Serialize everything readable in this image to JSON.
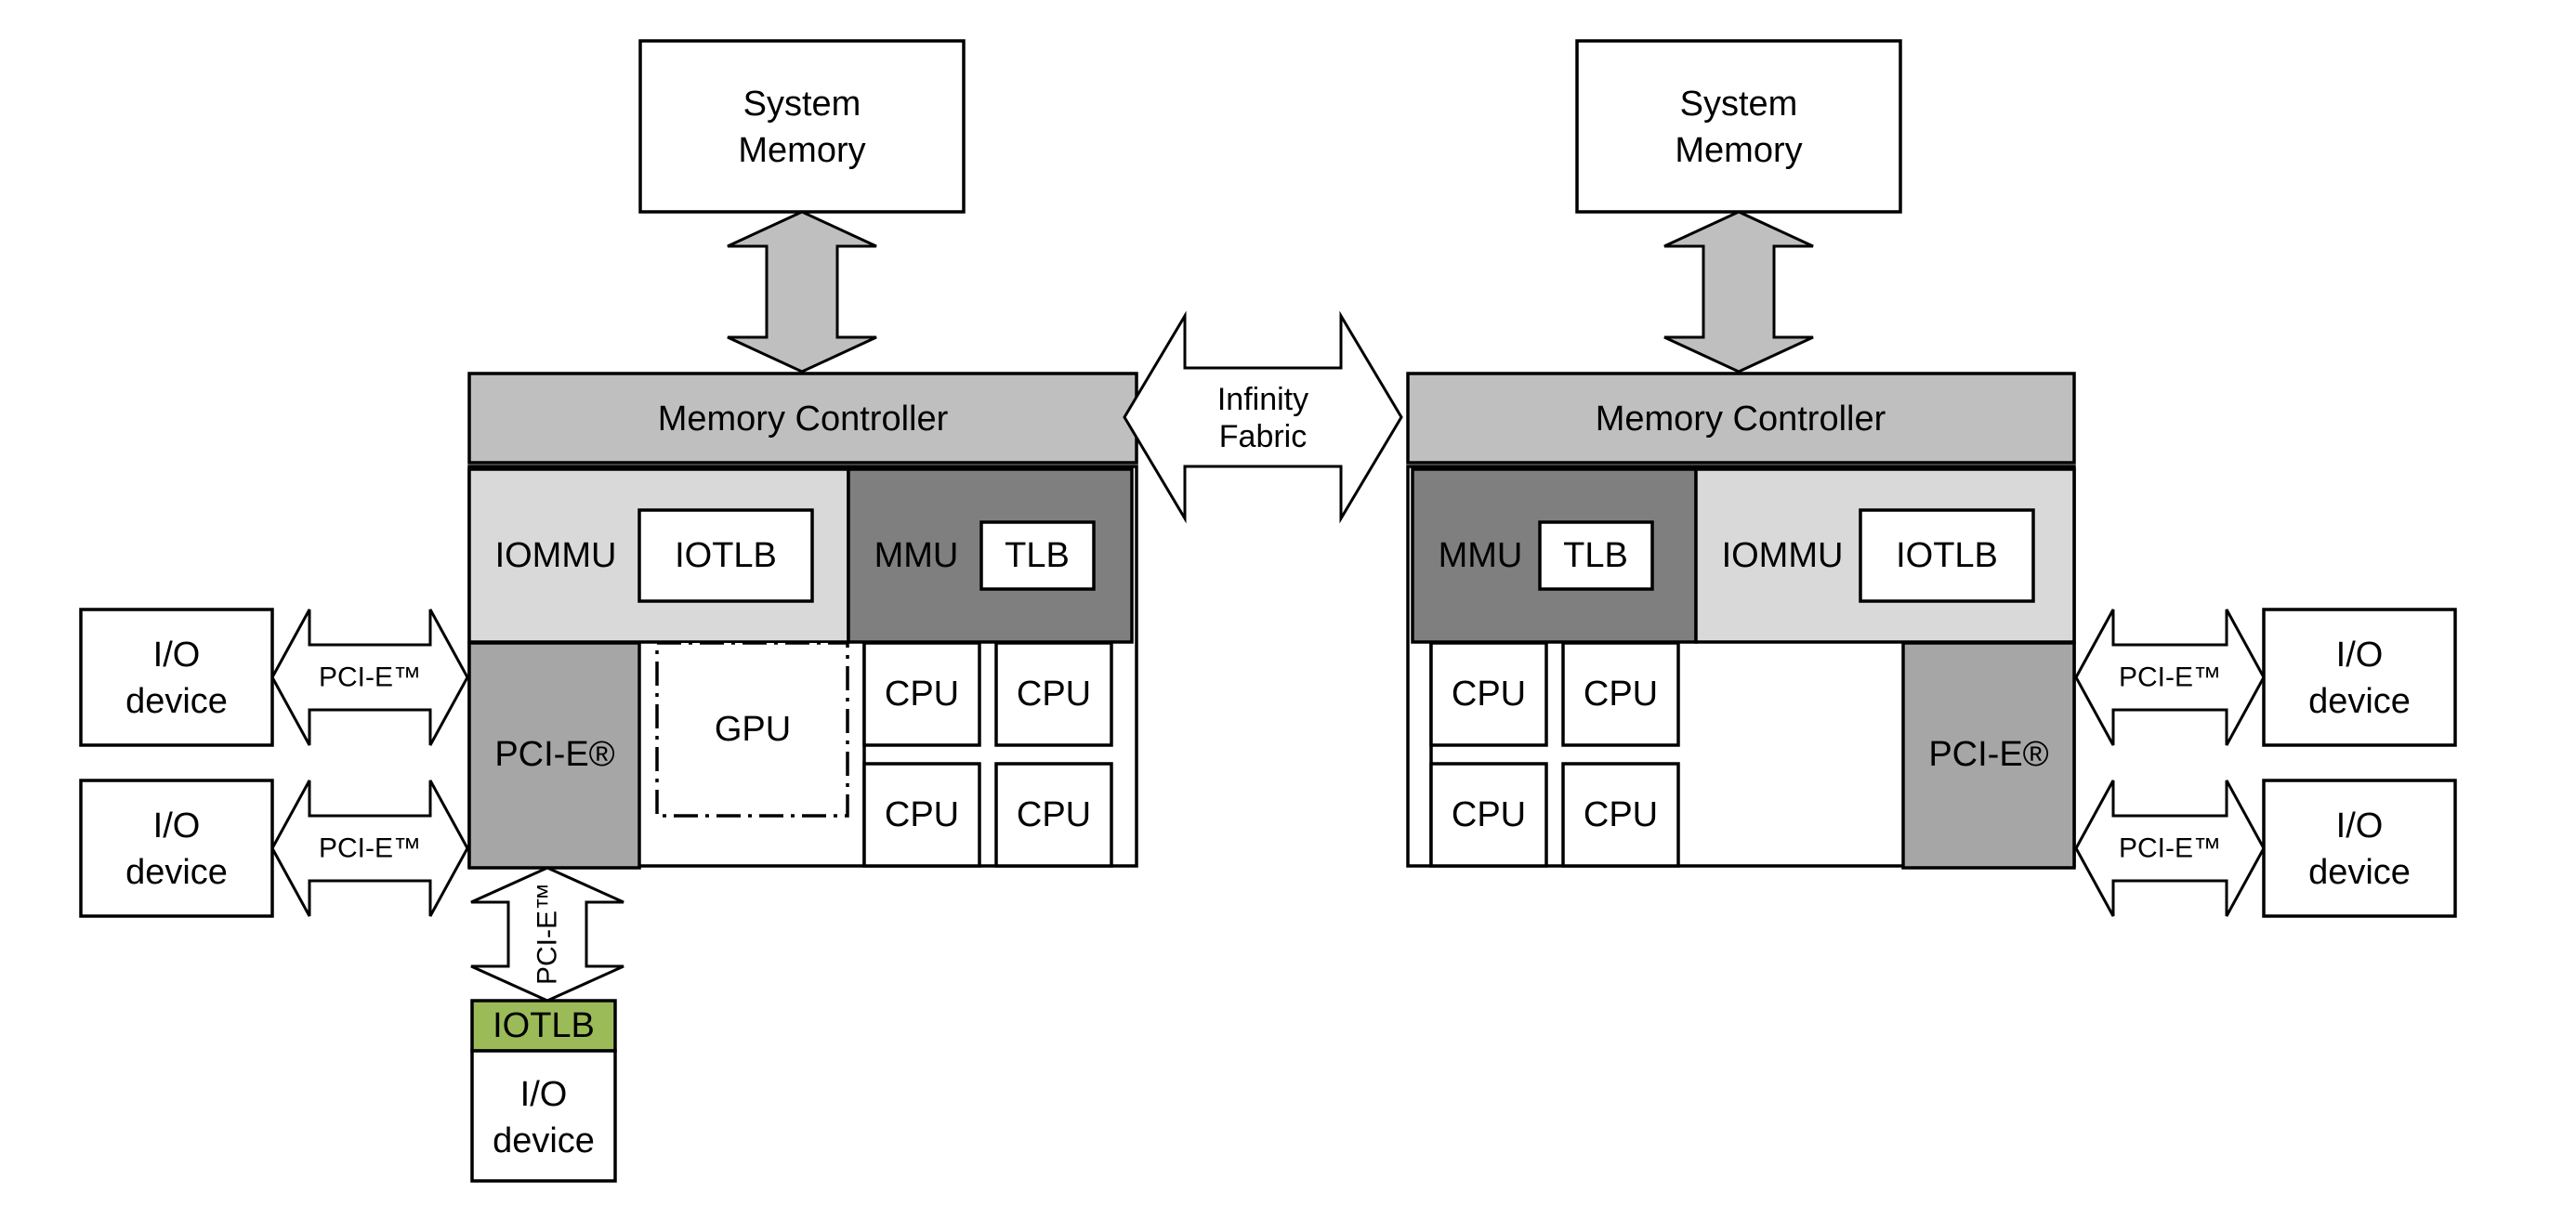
{
  "labels": {
    "system_memory_1": "System",
    "system_memory_2": "Memory",
    "memory_controller": "Memory Controller",
    "infinity_fabric_1": "Infinity",
    "infinity_fabric_2": "Fabric",
    "iommu": "IOMMU",
    "iotlb": "IOTLB",
    "mmu": "MMU",
    "tlb": "TLB",
    "cpu": "CPU",
    "gpu": "GPU",
    "pcie_controller": "PCI-E®",
    "pcie_link": "PCI-E™",
    "io_device_1": "I/O",
    "io_device_2": "device"
  },
  "colors": {
    "memory_controller": "#bfbfbf",
    "iommu_region": "#d9d9d9",
    "mmu_region": "#7f7f7f",
    "pcie_controller": "#a6a6a6",
    "device_iotlb": "#9bbb59",
    "memory_arrow": "#bfbfbf"
  }
}
